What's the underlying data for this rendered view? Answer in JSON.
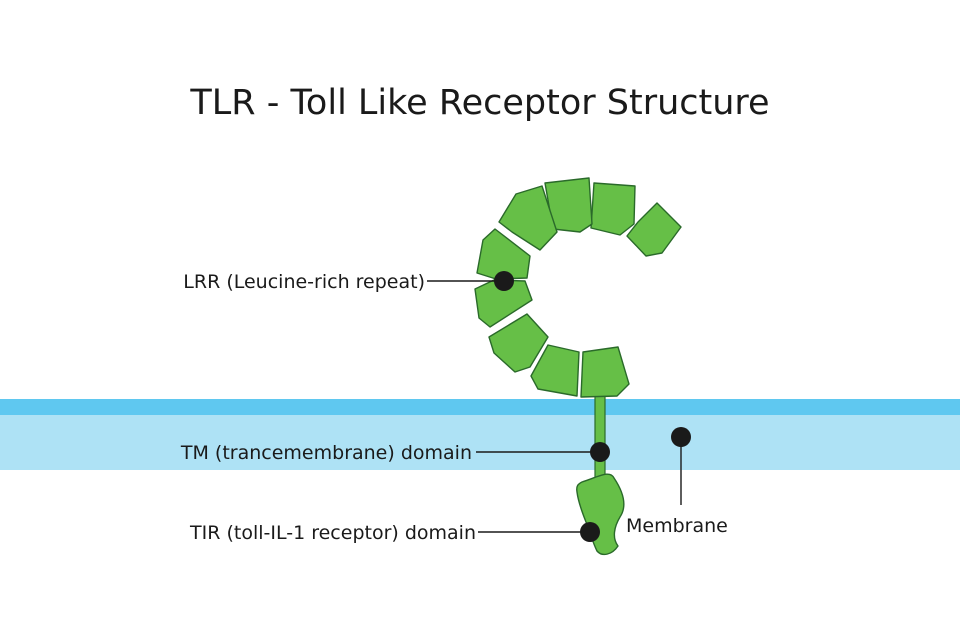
{
  "title": "TLR - Toll Like Receptor Structure",
  "labels": {
    "lrr": "LRR (Leucine-rich repeat)",
    "tm": "TM (trancemembrane) domain",
    "tir": "TIR (toll-IL-1 receptor) domain",
    "membrane": "Membrane"
  },
  "colors": {
    "segment_fill": "#66bf47",
    "segment_stroke": "#2a6a2a",
    "membrane_dark": "#5fc8f0",
    "membrane_light": "#aee2f5",
    "marker": "#1a1a1a"
  }
}
